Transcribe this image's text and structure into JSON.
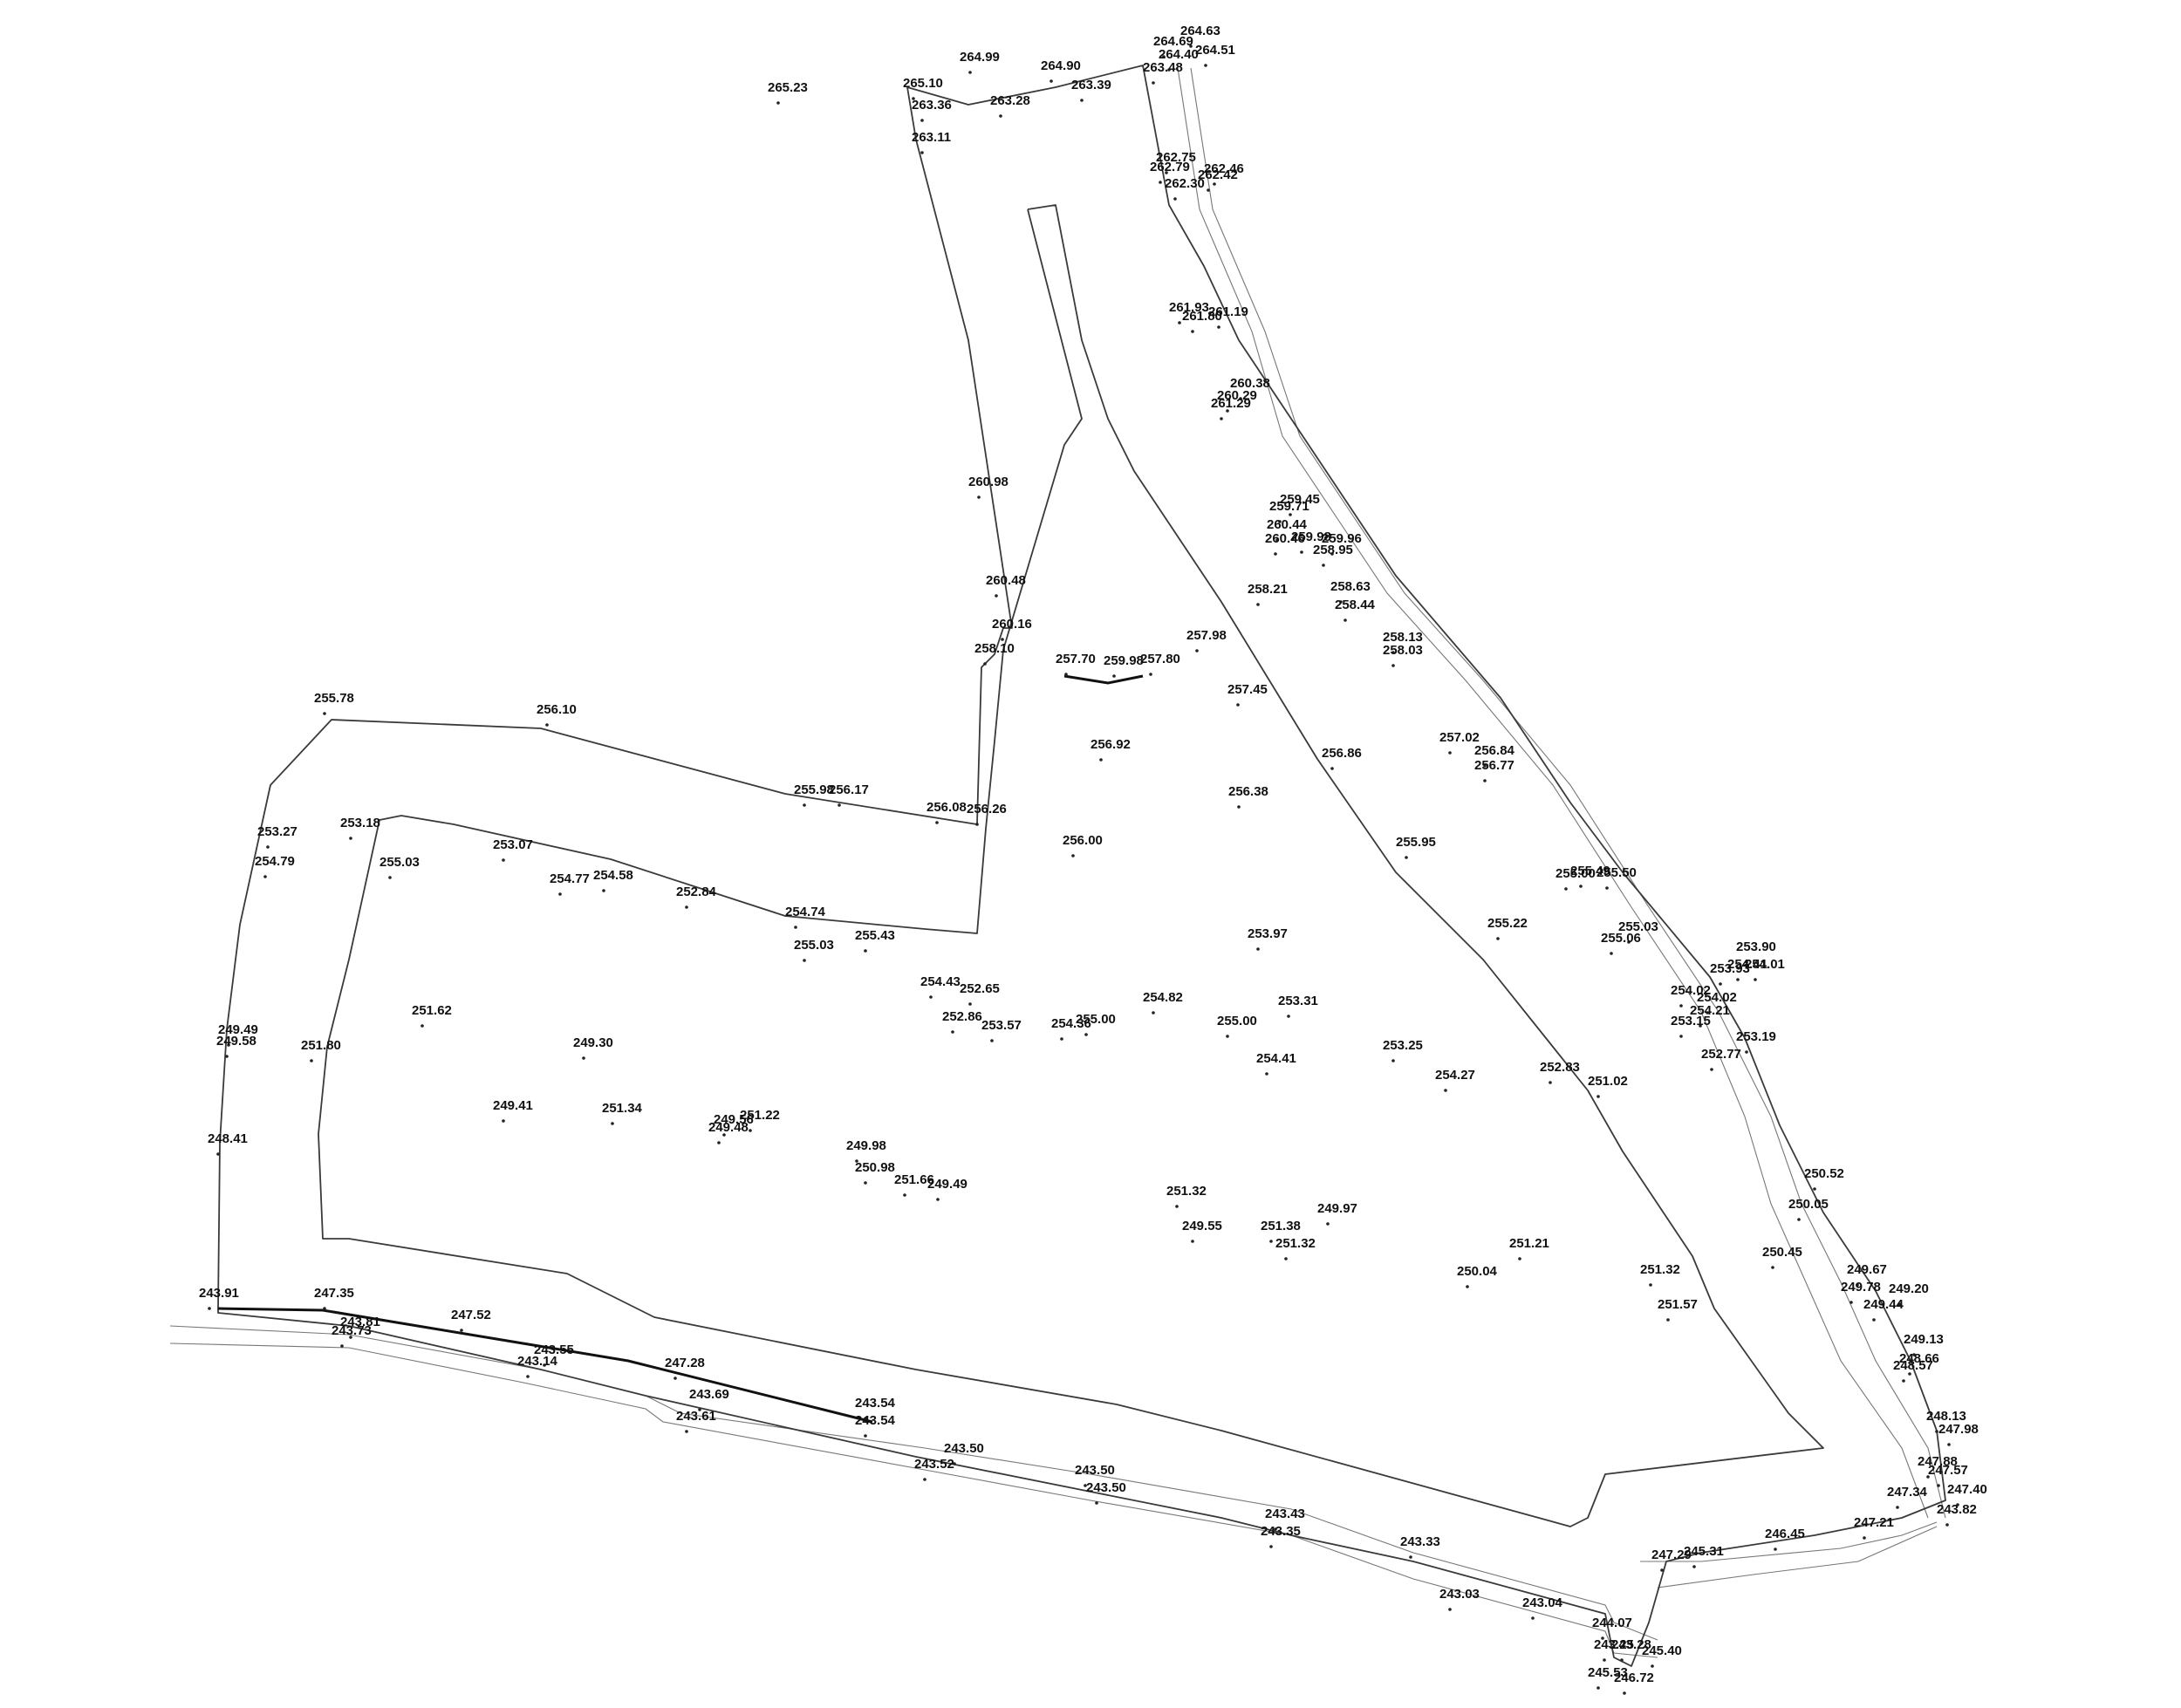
{
  "map": {
    "elevation_labels": [
      "265.23",
      "265.10",
      "263.36",
      "264.99",
      "263.28",
      "264.90",
      "263.39",
      "264.63",
      "264.69",
      "264.40",
      "264.51",
      "263.48",
      "263.11",
      "262.75",
      "262.79",
      "262.46",
      "262.42",
      "262.30",
      "261.93",
      "261.80",
      "261.19",
      "260.38",
      "260.29",
      "261.29",
      "259.45",
      "259.71",
      "260.44",
      "260.46",
      "259.98",
      "259.96",
      "258.95",
      "258.21",
      "258.63",
      "258.44",
      "258.13",
      "258.03",
      "257.98",
      "257.70",
      "259.98",
      "257.80",
      "260.98",
      "260.48",
      "260.16",
      "258.10",
      "257.45",
      "256.92",
      "256.86",
      "257.02",
      "256.84",
      "256.77",
      "255.78",
      "256.10",
      "255.98",
      "256.17",
      "256.08",
      "256.26",
      "256.38",
      "256.00",
      "255.95",
      "255.49",
      "255.50",
      "255.00",
      "255.03",
      "255.06",
      "255.22",
      "253.90",
      "254.41",
      "253.27",
      "253.18",
      "254.79",
      "255.03",
      "253.07",
      "254.77",
      "254.58",
      "252.84",
      "254.74",
      "255.03",
      "255.43",
      "253.97",
      "253.93",
      "254.01",
      "254.02",
      "254.02",
      "254.21",
      "253.15",
      "253.19",
      "252.77",
      "254.43",
      "252.65",
      "252.86",
      "253.57",
      "254.36",
      "255.00",
      "254.82",
      "255.00",
      "253.31",
      "254.41",
      "253.25",
      "254.27",
      "252.83",
      "251.02",
      "249.49",
      "249.58",
      "251.80",
      "251.62",
      "249.30",
      "249.41",
      "251.34",
      "249.56",
      "251.22",
      "249.48",
      "249.98",
      "250.98",
      "251.66",
      "249.49",
      "251.32",
      "249.55",
      "251.38",
      "251.32",
      "249.97",
      "251.21",
      "250.04",
      "251.32",
      "251.57",
      "250.45",
      "250.52",
      "250.05",
      "249.67",
      "249.78",
      "249.20",
      "249.44",
      "249.13",
      "248.66",
      "248.57",
      "248.41",
      "248.13",
      "247.98",
      "247.88",
      "247.57",
      "247.40",
      "247.34",
      "243.82",
      "243.91",
      "247.35",
      "243.81",
      "243.73",
      "247.52",
      "243.55",
      "243.14",
      "247.28",
      "243.69",
      "243.61",
      "243.54",
      "243.54",
      "243.50",
      "243.52",
      "243.50",
      "243.50",
      "243.43",
      "243.35",
      "243.33",
      "243.03",
      "243.04",
      "244.07",
      "243.25",
      "243.28",
      "245.40",
      "245.53",
      "246.72",
      "247.29",
      "245.31",
      "246.45",
      "247.21"
    ]
  }
}
